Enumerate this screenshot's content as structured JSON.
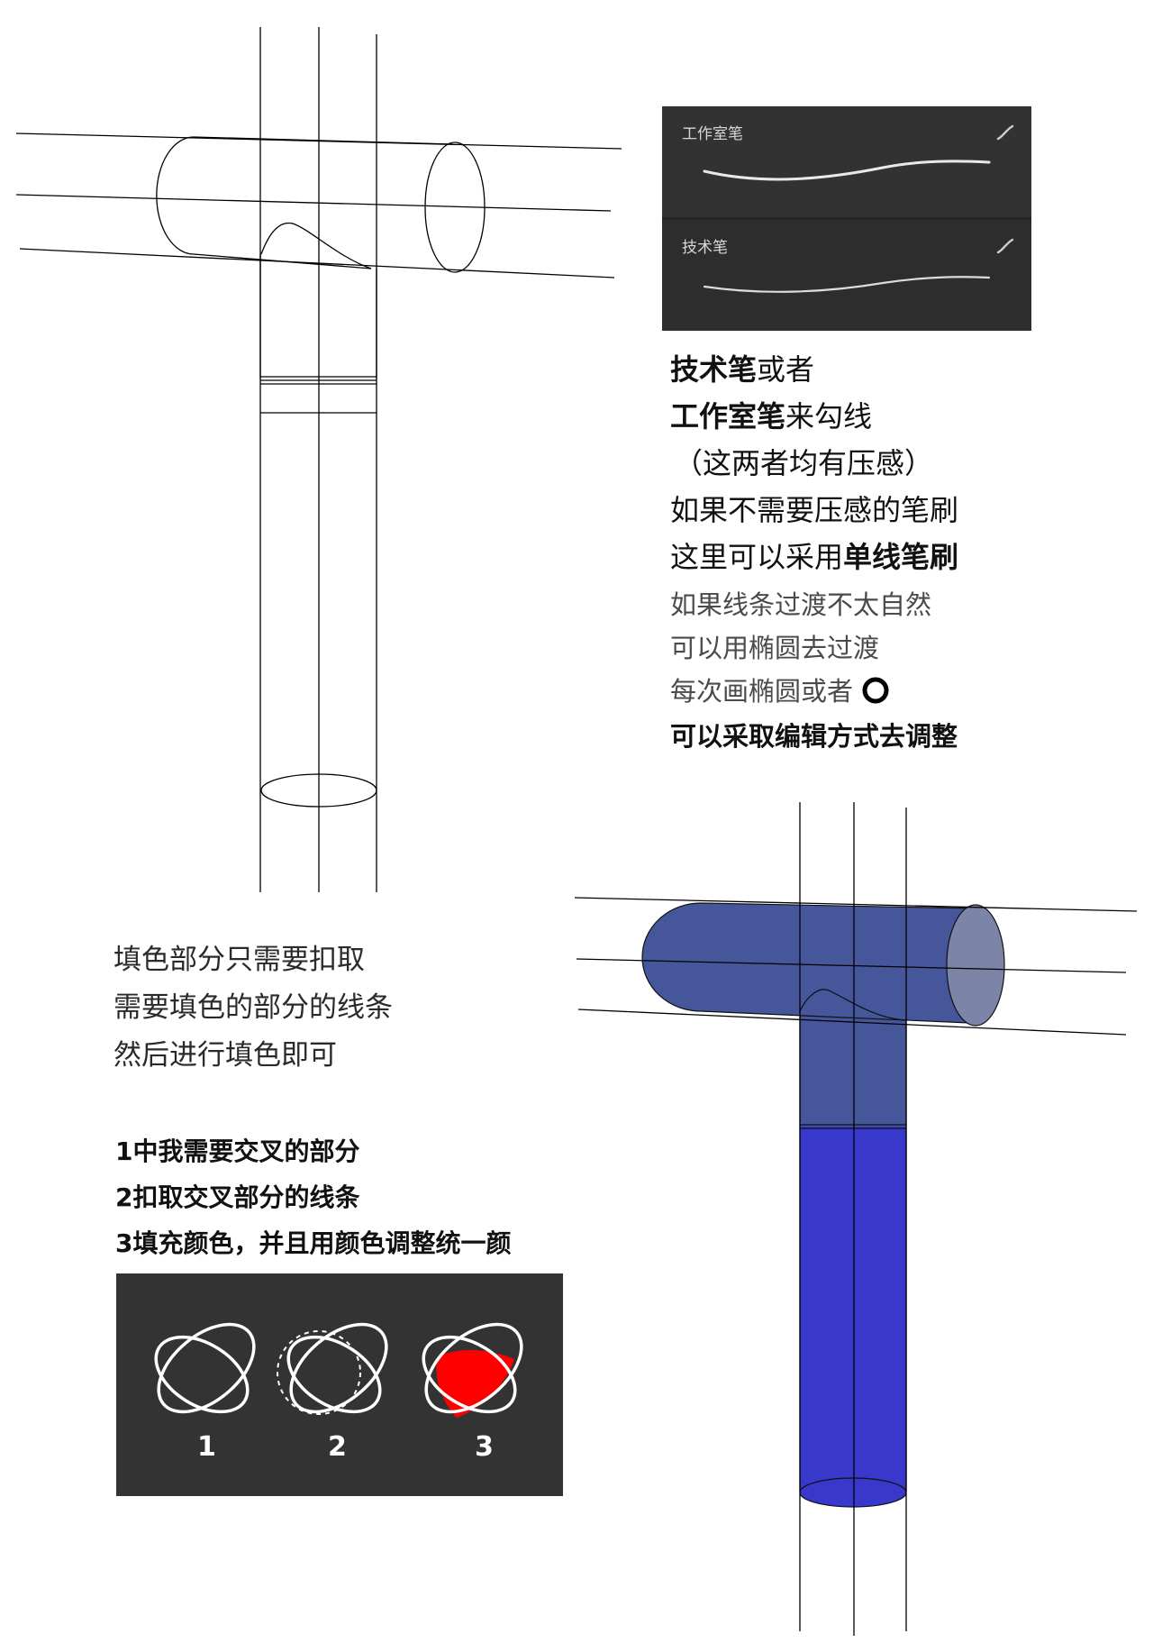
{
  "brush_panel": {
    "items": [
      {
        "name": "工作室笔"
      },
      {
        "name": "技术笔"
      }
    ]
  },
  "notes": {
    "line1_bold": "技术笔",
    "line1_rest": "或者",
    "line2_bold": "工作室笔",
    "line2_rest": "来勾线",
    "line3": "（这两者均有压感）",
    "line4": "如果不需要压感的笔刷",
    "line5_rest": "这里可以采用",
    "line5_bold": "单线笔刷",
    "line6": "如果线条过渡不太自然",
    "line7": "可以用椭圆去过渡",
    "line8": "每次画椭圆或者",
    "line9": "可以采取编辑方式去调整"
  },
  "fill_notes": [
    "填色部分只需要扣取",
    "需要填色的部分的线条",
    "然后进行填色即可"
  ],
  "steps": [
    "1中我需要交叉的部分",
    "2扣取交叉部分的线条",
    "3填充颜色，并且用颜色调整统一颜"
  ],
  "ellipse_panel": {
    "labels": [
      "1",
      "2",
      "3"
    ],
    "fill_color": "#ff0000"
  },
  "colors": {
    "pipe_upper": "#45569a",
    "pipe_lower": "#3838cc",
    "pipe_end_cap": "#7c85a8"
  }
}
